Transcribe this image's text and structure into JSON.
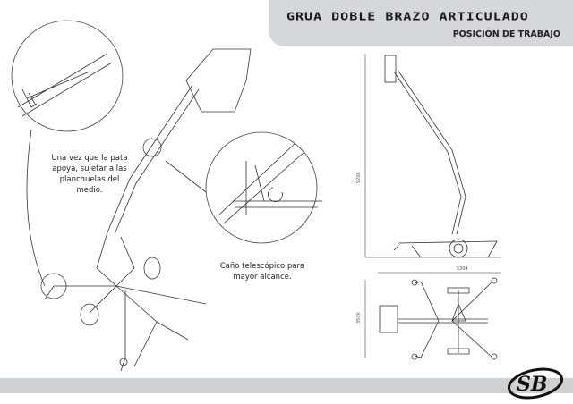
{
  "header": {
    "title": "GRUA DOBLE BRAZO ARTICULADO",
    "subtitle": "POSICIÓN DE TRABAJO"
  },
  "notes": {
    "outrigger": "Una vez que la pata apoya, sujetar a las planchuelas del medio.",
    "telescopic": "Caño telescópico para mayor alcance."
  },
  "dimensions": {
    "height": "9208",
    "length": "5304",
    "width": "3500"
  },
  "logo": {
    "text": "SB"
  }
}
